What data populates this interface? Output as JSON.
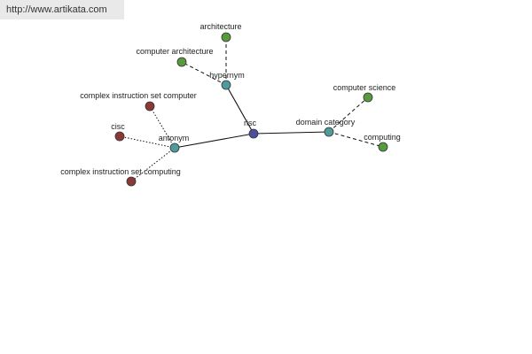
{
  "site_link": "http://www.artikata.com",
  "graph": {
    "colors": {
      "center": "#4b4f9e",
      "relation": "#4f9a9a",
      "green": "#5a9a3e",
      "red": "#8a3a36"
    },
    "nodes": [
      {
        "id": "risc",
        "label": "risc",
        "kind": "center"
      },
      {
        "id": "hypernym",
        "label": "hypernym",
        "kind": "relation"
      },
      {
        "id": "domain-category",
        "label": "domain category",
        "kind": "relation"
      },
      {
        "id": "antonym",
        "label": "antonym",
        "kind": "relation"
      },
      {
        "id": "architecture",
        "label": "architecture",
        "kind": "green"
      },
      {
        "id": "computer-architecture",
        "label": "computer architecture",
        "kind": "green"
      },
      {
        "id": "computer-science",
        "label": "computer science",
        "kind": "green"
      },
      {
        "id": "computing",
        "label": "computing",
        "kind": "green"
      },
      {
        "id": "complex-instruction-set-computer",
        "label": "complex instruction set computer",
        "kind": "red"
      },
      {
        "id": "cisc",
        "label": "cisc",
        "kind": "red"
      },
      {
        "id": "complex-instruction-set-computing",
        "label": "complex instruction set computing",
        "kind": "red"
      }
    ],
    "edges": [
      {
        "from": "risc",
        "to": "hypernym",
        "style": "solid"
      },
      {
        "from": "risc",
        "to": "domain-category",
        "style": "solid"
      },
      {
        "from": "risc",
        "to": "antonym",
        "style": "solid"
      },
      {
        "from": "hypernym",
        "to": "architecture",
        "style": "dashed"
      },
      {
        "from": "hypernym",
        "to": "computer-architecture",
        "style": "dashed"
      },
      {
        "from": "domain-category",
        "to": "computer-science",
        "style": "dashed"
      },
      {
        "from": "domain-category",
        "to": "computing",
        "style": "dashed"
      },
      {
        "from": "antonym",
        "to": "complex-instruction-set-computer",
        "style": "dotted"
      },
      {
        "from": "antonym",
        "to": "cisc",
        "style": "dotted"
      },
      {
        "from": "antonym",
        "to": "complex-instruction-set-computing",
        "style": "dotted"
      }
    ]
  }
}
